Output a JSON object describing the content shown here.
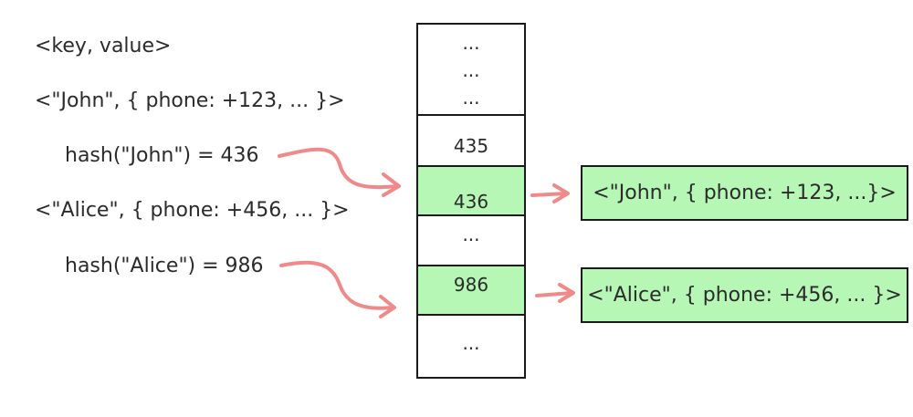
{
  "left_text": {
    "header": "<key, value>",
    "entry_john": "<\"John\", { phone: +123, ... }>",
    "hash_john": "hash(\"John\") = 436",
    "entry_alice": "<\"Alice\", { phone: +456, ... }>",
    "hash_alice": "hash(\"Alice\") = 986"
  },
  "table": {
    "top_dots": [
      "...",
      "...",
      "..."
    ],
    "slot_435": "435",
    "slot_436": "436",
    "gap_dots": "...",
    "slot_986": "986",
    "bottom_dots": "..."
  },
  "records": {
    "john": "<\"John\", { phone: +123, ...}>",
    "alice": "<\"Alice\", { phone: +456, ... }>"
  },
  "colors": {
    "highlight": "#b6f7b6",
    "arrow": "#f08a8a",
    "border": "#1a1a1a"
  }
}
